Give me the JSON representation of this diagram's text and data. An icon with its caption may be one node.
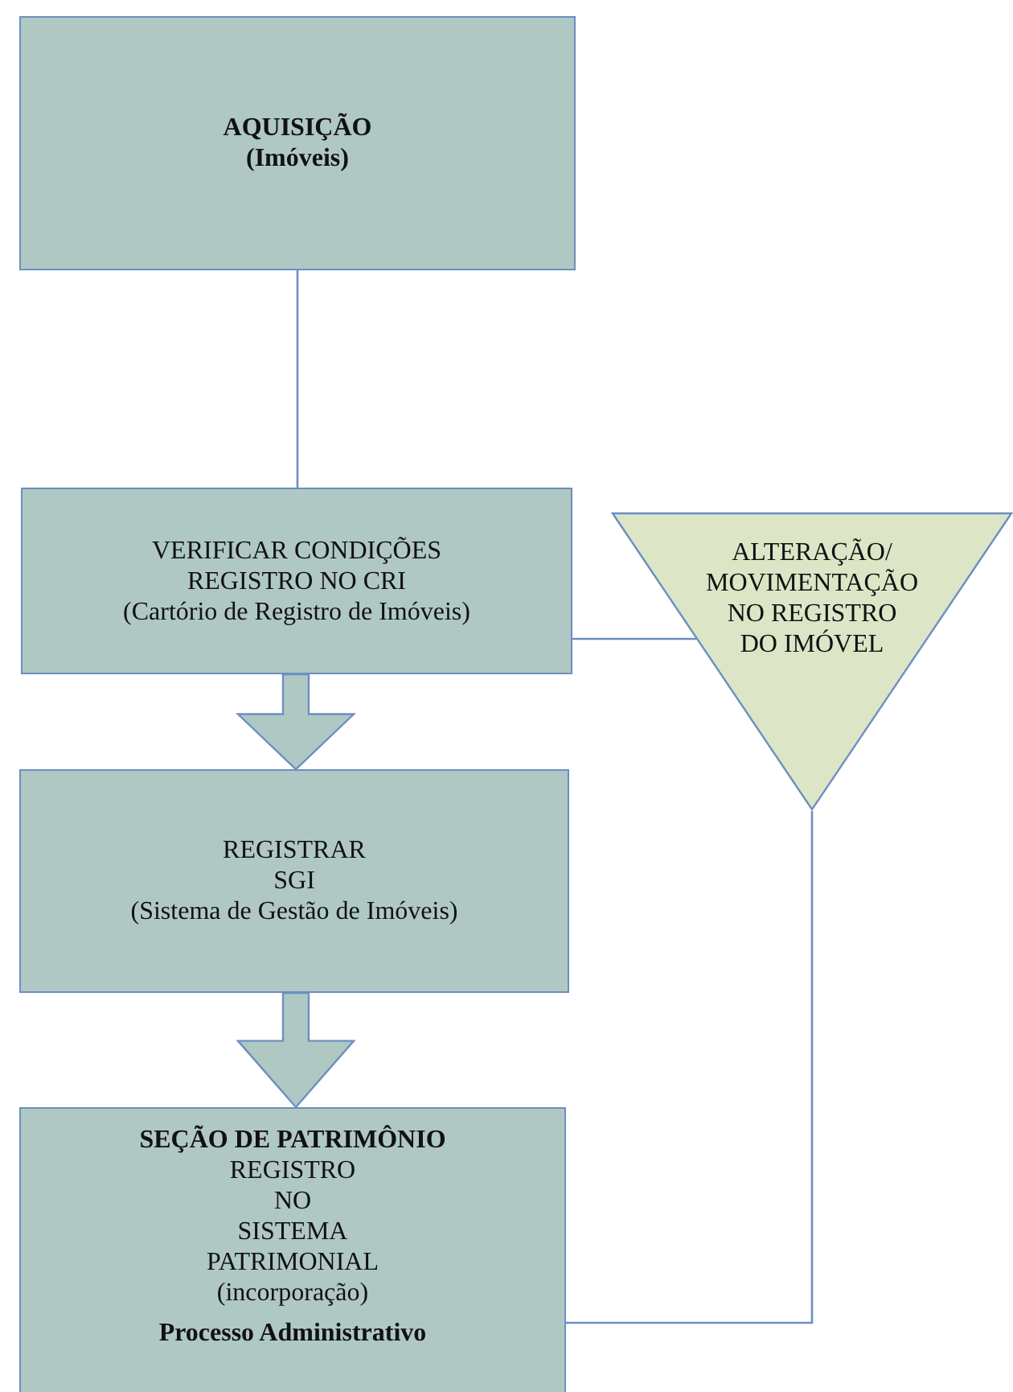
{
  "diagram": {
    "nodes": [
      {
        "text": [
          "AQUISIÇÃO",
          "(Imóveis)"
        ]
      },
      {
        "text": [
          "VERIFICAR CONDIÇÕES",
          "REGISTRO NO CRI",
          "(Cartório de Registro de Imóveis)"
        ]
      },
      {
        "text": [
          "REGISTRAR",
          "SGI",
          "(Sistema de Gestão de Imóveis)"
        ]
      },
      {
        "text": [
          "SEÇÃO DE PATRIMÔNIO",
          "REGISTRO",
          "NO",
          "SISTEMA",
          "PATRIMONIAL",
          "(incorporação)",
          "Processo Administrativo"
        ]
      },
      {
        "text": [
          "ALTERAÇÃO/",
          "MOVIMENTAÇÃO",
          "NO REGISTRO",
          "DO IMÓVEL"
        ]
      }
    ],
    "edges": [
      {
        "from": 0,
        "to": 1,
        "arrow": "none"
      },
      {
        "from": 1,
        "to": 2,
        "arrow": "to",
        "style": "thick"
      },
      {
        "from": 2,
        "to": 3,
        "arrow": "to",
        "style": "thick"
      },
      {
        "from": 1,
        "to": 4,
        "arrow": "none"
      },
      {
        "from": 4,
        "to": 3,
        "arrow": "none"
      }
    ]
  }
}
